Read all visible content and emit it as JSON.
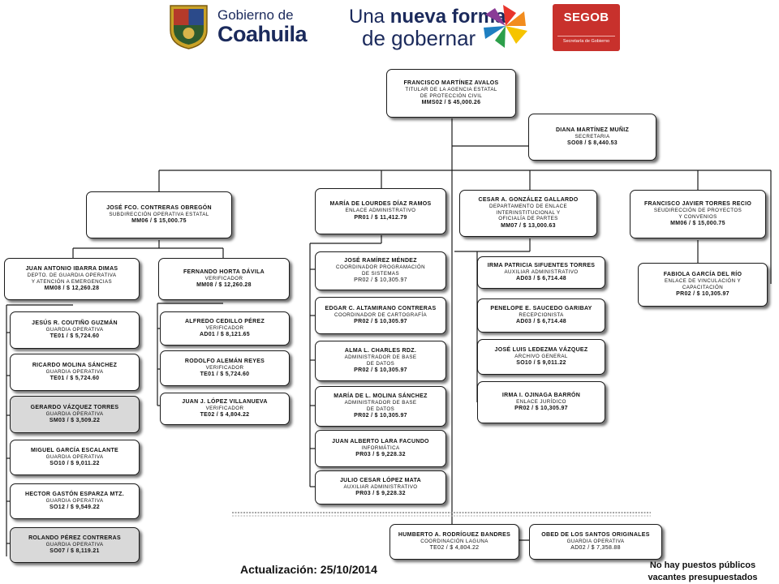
{
  "header": {
    "gobierno_line1": "Gobierno de",
    "gobierno_line2": "Coahuila",
    "slogan_line1_a": "Una",
    "slogan_line1_b": "nueva forma",
    "slogan_line2": "de gobernar",
    "segob_title": "SEGOB",
    "segob_sub": "Secretaría de Gobierno"
  },
  "colors": {
    "coahuila_navy": "#1b2a5c",
    "segob_red": "#c8312c",
    "crest_gold": "#c9a227"
  },
  "positions": {
    "p01": {
      "name": "FRANCISCO   MARTÍNEZ AVALOS",
      "title": "TITULAR  DE LA AGENCIA  ESTATAL\n DE  PROTECCIÓN  CIVIL",
      "code": "MMS02 / $ 45,000.26"
    },
    "p02": {
      "name": "DIANA MARTÍNEZ MUÑIZ",
      "title": "SECRETARIA",
      "code": "SO08 / $ 8,440.53"
    },
    "p03": {
      "name": "JOSÉ FCO. CONTRERAS  OBREGÓN",
      "title": "SUBDIRECCIÓN   OPERATIVA  ESTATAL",
      "code": "MM06 / $ 15,000.75"
    },
    "p04": {
      "name": "MARÍA DE LOURDES DÍAZ RAMOS",
      "title": "ENLACE ADMINISTRATIVO",
      "code": "PR01  /  $ 11,412.79"
    },
    "p05": {
      "name": "CESAR A. GONZÁLEZ GALLARDO",
      "title": "DEPARTAMENTO    DE ENLACE\nINTERINSTITUCIONAL  Y\nOFICIALÍA DE PARTES",
      "code": "MM07 / $ 13,000.63"
    },
    "p06": {
      "name": "FRANCISCO JAVIER TORRES RECIO",
      "title": "SEUDIRECCIÓN  DE PROYECTOS\nY CONVENIOS",
      "code": "MM06 / $ 15,000.75"
    },
    "p07": {
      "name": "JUAN ANTONIO IBARRA  DIMAS",
      "title": "DEPTO.  DE GUARDIA  OPERATIVA\nY ATENCIÓN   A EMERGENCIAS",
      "code": "MM08 / $ 12,260.28"
    },
    "p08": {
      "name": "FERNANDO  HORTA DÁVILA",
      "title": "VERIFICADOR",
      "code": "MM08 / $ 12,260.28"
    },
    "p09": {
      "name": "JOSÉ RAMÍREZ MÉNDEZ",
      "title": "COORDINADOR  PROGRAMACIÓN\nDE SISTEMAS",
      "code": "PR02  /  $ 10,305.97"
    },
    "p10": {
      "name": "IRMA PATRICIA SIFUENTES TORRES",
      "title": "AUXILIAR  ADMINISTRATIVO",
      "code": "AD03 / $ 6,714.48"
    },
    "p11": {
      "name": "FABIOLA GARCÍA DEL RÍO",
      "title": "ENLACE DE VINCULACIÓN  Y\nCAPACITACIÓN",
      "code": "PR02 / $ 10,305.97"
    },
    "p12": {
      "name": "JESÚS  R.  COUTIÑO GUZMÁN",
      "title": "GUARDIA  OPERATIVA",
      "code": "TE01 / $ 5,724.60"
    },
    "p13": {
      "name": "ALFREDO  CEDILLO PÉREZ",
      "title": "VERIFICADOR",
      "code": "AD01 / $ 8,121.65"
    },
    "p14": {
      "name": "EDGAR C. ALTAMIRANO  CONTRERAS",
      "title": "COORDINADOR  DE CARTOGRAFÍA",
      "code": "PR02 / $ 10,305.97"
    },
    "p15": {
      "name": "PENELOPE E. SAUCEDO GARIBAY",
      "title": "RECEPCIONISTA",
      "code": "AD03 / $ 6,714.48"
    },
    "p16": {
      "name": "RICARDO  MOLINA SÁNCHEZ",
      "title": "GUARDIA  OPERATIVA",
      "code": "TE01 / $ 5,724.60"
    },
    "p17": {
      "name": "RODOLFO  ALEMÁN  REYES",
      "title": "VERIFICADOR",
      "code": "TE01 / $ 5,724.60"
    },
    "p18": {
      "name": "ALMA L. CHARLES   RDZ.",
      "title": "ADMINISTRADOR  DE BASE\nDE DATOS",
      "code": "PR02 / $ 10,305.97"
    },
    "p19": {
      "name": "JOSÉ LUIS LEDEZMA VÁZQUEZ",
      "title": "ARCHIVO GENERAL",
      "code": "SO10 / $ 9,011.22"
    },
    "p20": {
      "name": "GERARDO  VÁZQUEZ TORRES",
      "title": "GUARDIA  OPERATIVA",
      "code": "SM03 / $ 3,509.22"
    },
    "p21": {
      "name": "JUAN J. LÓPEZ VILLANUEVA",
      "title": "VERIFICADOR",
      "code": "TE02 / $ 4,804.22"
    },
    "p22": {
      "name": "IRMA I. OJINAGA BARRÓN",
      "title": "ENLACE JURÍDICO",
      "code": "PR02  /  $ 10,305.97"
    },
    "p23": {
      "name": "MARÍA DE L. MOLINA SÁNCHEZ",
      "title": "ADMINISTRADOR  DE BASE\nDE DATOS",
      "code": "PR02 / $ 10,305.97"
    },
    "p24": {
      "name": "MIGUEL GARCÍA ESCALANTE",
      "title": "GUARDIA  OPERATIVA",
      "code": "SO10 / $ 9,011.22"
    },
    "p25": {
      "name": "JUAN ALBERTO  LARA FACUNDO",
      "title": "INFORMÁTICA",
      "code": "PR03 / $ 9,228.32"
    },
    "p26": {
      "name": "HECTOR GASTÓN ESPARZA  MTZ.",
      "title": "GUARDIA  OPERATIVA",
      "code": "SO12 / $ 9,549.22"
    },
    "p27": {
      "name": "JULIO CESAR LÓPEZ MATA",
      "title": "AUXILIAR ADMINISTRATIVO",
      "code": "PR03 / $ 9,228.32"
    },
    "p28": {
      "name": "ROLANDO  PÉREZ CONTRERAS",
      "title": "GUARDIA  OPERATIVA",
      "code": "SO07 / $ 8,119.21"
    },
    "p29": {
      "name": "HUMBERTO A. RODRÍGUEZ BANDRES",
      "title": "COORDINACIÓN  LAGUNA",
      "code": "TE02  /  $ 4,804.22"
    },
    "p30": {
      "name": "OBED DE LOS SANTOS ORIGINALES",
      "title": "GUARDIA  OPERATIVA",
      "code": "AD02  /  $ 7,358.88"
    }
  },
  "footer": {
    "update": "Actualización: 25/10/2014",
    "note_line1": "No hay puestos públicos",
    "note_line2": "vacantes presupuestados"
  }
}
